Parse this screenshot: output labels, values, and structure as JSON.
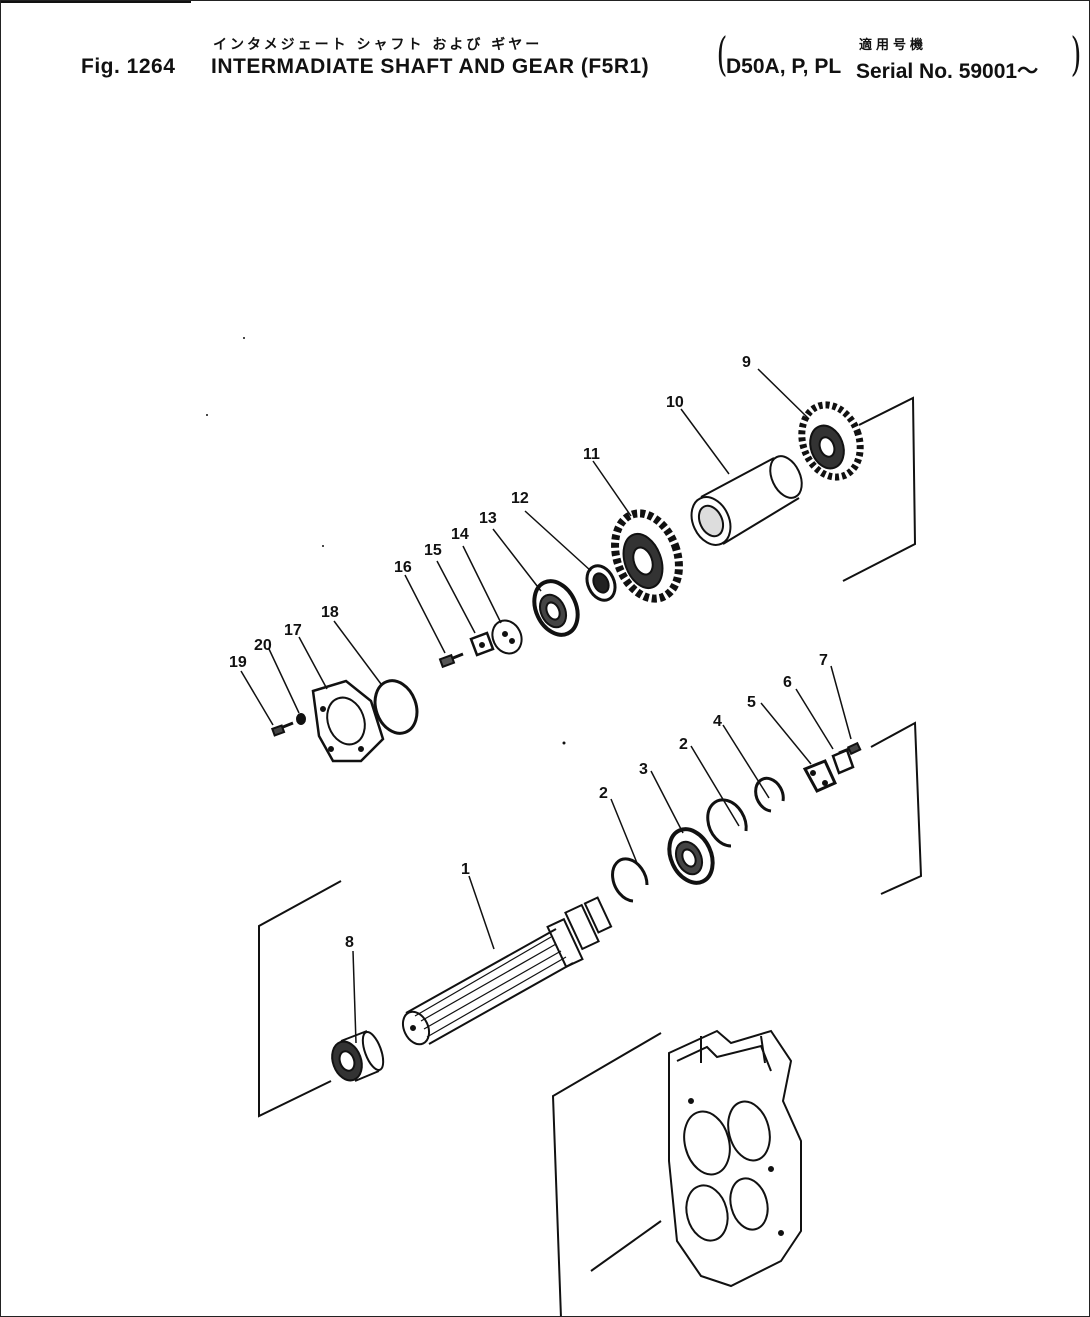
{
  "header": {
    "title_jp": "インタメジェート シャフト および ギヤー",
    "fig_label": "Fig. 1264",
    "title_en": "INTERMADIATE SHAFT AND GEAR (F5R1)",
    "serial_jp": "適用号機",
    "models": "D50A, P, PL",
    "serial_no": "Serial No. 59001～"
  },
  "diagram": {
    "line_color": "#111111",
    "callouts": [
      "1",
      "2",
      "2",
      "3",
      "4",
      "5",
      "6",
      "7",
      "8",
      "9",
      "10",
      "11",
      "12",
      "13",
      "14",
      "15",
      "16",
      "17",
      "18",
      "19",
      "20"
    ]
  }
}
